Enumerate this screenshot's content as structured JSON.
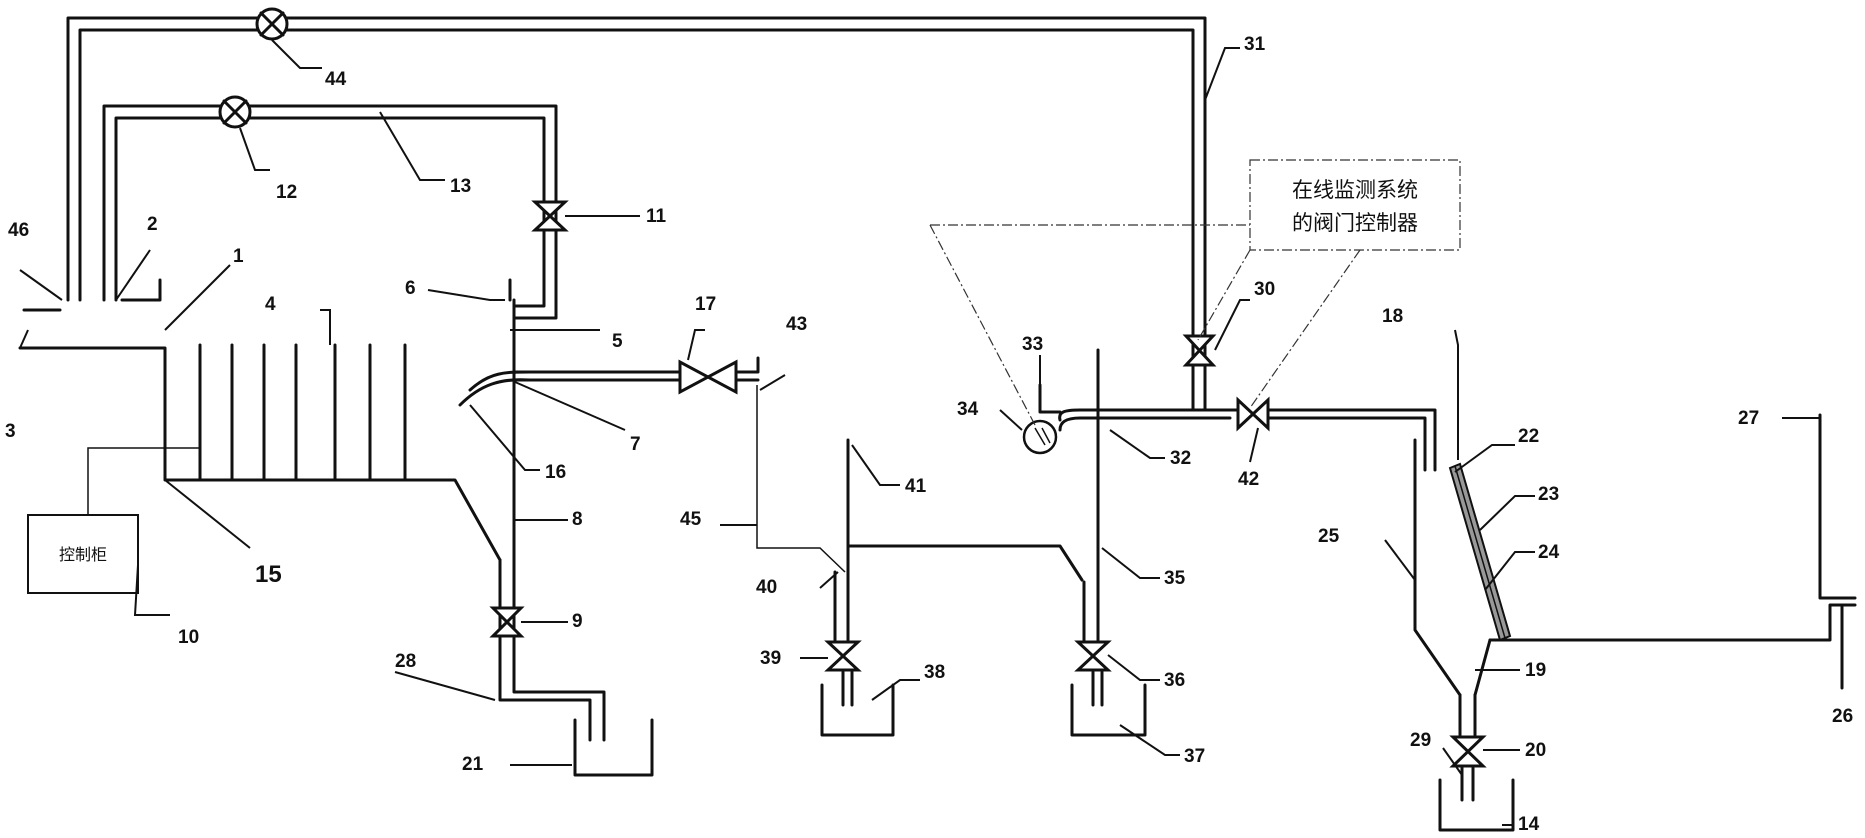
{
  "control_cabinet": {
    "label": "控制柜",
    "ref": "10"
  },
  "valve_controller": {
    "line1": "在线监测系统",
    "line2": "的阀门控制器"
  },
  "labels": {
    "n1": "1",
    "n2": "2",
    "n3": "3",
    "n4": "4",
    "n5": "5",
    "n6": "6",
    "n7": "7",
    "n8": "8",
    "n9": "9",
    "n10": "10",
    "n11": "11",
    "n12": "12",
    "n13": "13",
    "n14": "14",
    "n15": "15",
    "n16": "16",
    "n17": "17",
    "n18": "18",
    "n19": "19",
    "n20": "20",
    "n21": "21",
    "n22": "22",
    "n23": "23",
    "n24": "24",
    "n25": "25",
    "n26": "26",
    "n27": "27",
    "n28": "28",
    "n29": "29",
    "n30": "30",
    "n31": "31",
    "n32": "32",
    "n33": "33",
    "n34": "34",
    "n35": "35",
    "n36": "36",
    "n37": "37",
    "n38": "38",
    "n39": "39",
    "n40": "40",
    "n41": "41",
    "n42": "42",
    "n43": "43",
    "n44": "44",
    "n45": "45",
    "n46": "46"
  }
}
